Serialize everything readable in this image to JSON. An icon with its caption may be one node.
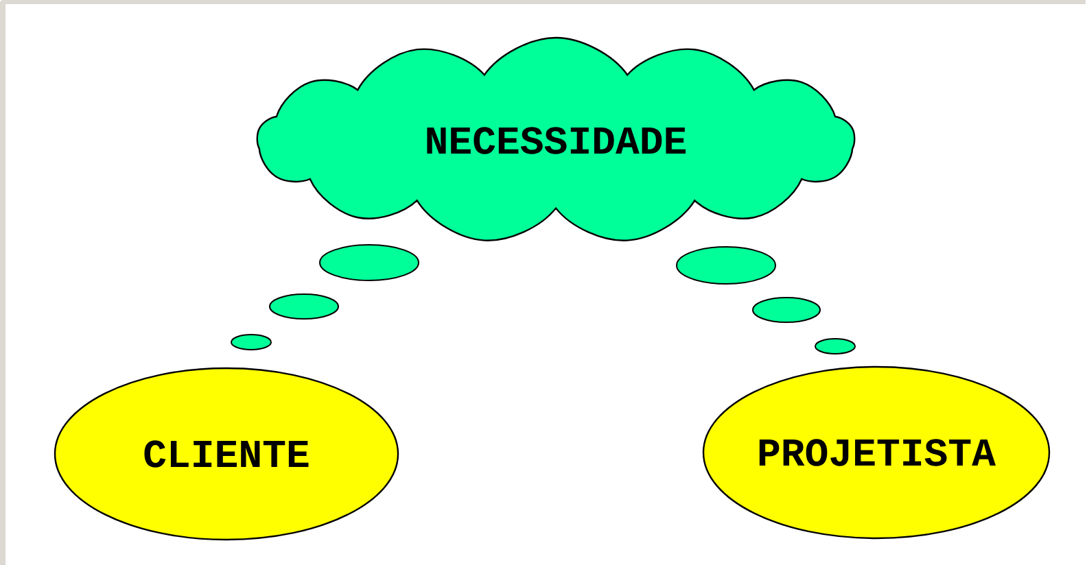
{
  "diagram": {
    "nodes": [
      {
        "text": [
          "NECESSIDADE"
        ]
      },
      {
        "text": [
          "CLIENTE"
        ]
      },
      {
        "text": [
          "PROJETISTA"
        ]
      }
    ]
  }
}
